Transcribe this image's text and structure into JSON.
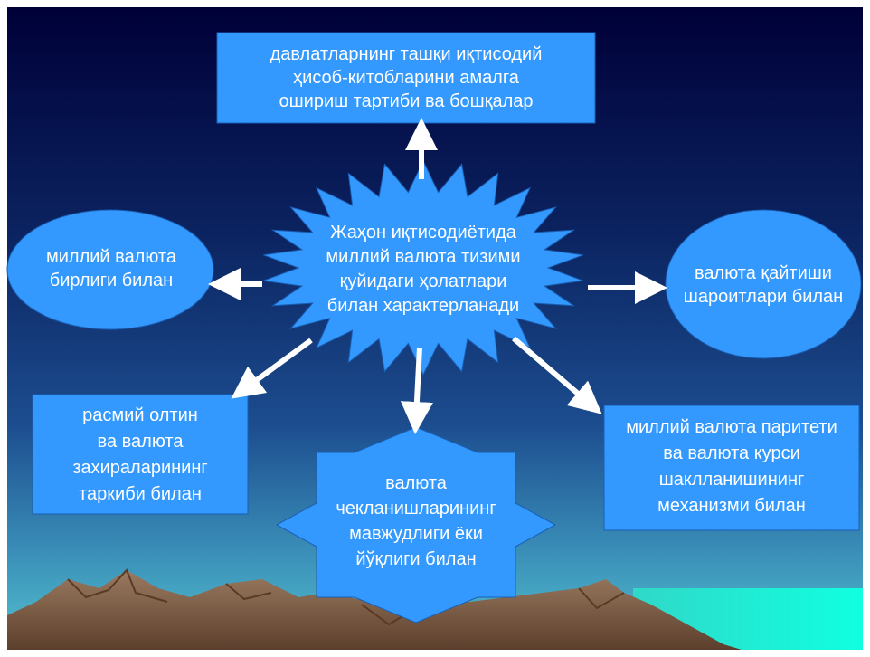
{
  "center": {
    "lines": [
      "Жаҳон иқтисодиётида",
      "миллий валюта тизими",
      "қуйидаги ҳолатлари",
      "билан характерланади"
    ]
  },
  "nodes": {
    "top": [
      "давлатларнинг ташқи иқтисодий",
      "ҳисоб-китобларини амалга",
      "ошириш тартиби ва бошқалар"
    ],
    "left": [
      "миллий валюта",
      "бирлиги билан"
    ],
    "right": [
      "валюта қайтиши",
      "шароитлари билан"
    ],
    "bottom_left": [
      "расмий олтин",
      "ва валюта",
      "захираларининг",
      "таркиби билан"
    ],
    "bottom": [
      "валюта",
      "чекланишларининг",
      "мавжудлиги ёки",
      "йўқлиги билан"
    ],
    "bottom_right": [
      "миллий валюта паритети",
      "ва валюта курси",
      "шаклланишининг",
      "механизми билан"
    ]
  },
  "colors": {
    "node_fill": "#3399ff",
    "node_stroke": "#1a5fb4",
    "text": "#ffffff",
    "arrow": "#ffffff",
    "sky_top": "#000040",
    "sky_mid": "#1c4d8f",
    "sky_low": "#4fb7c9",
    "mountain": "#8b6a50"
  }
}
